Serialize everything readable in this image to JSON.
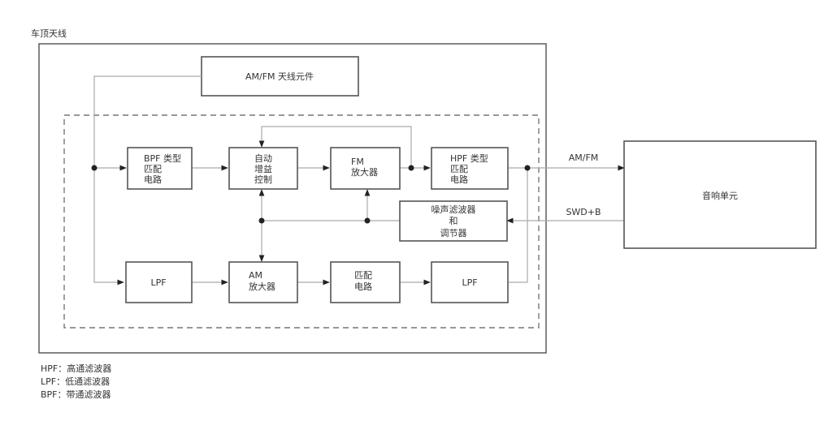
{
  "title": "车顶天线",
  "antenna_element": "AM/FM 天线元件",
  "blocks": {
    "bpf_match": [
      "BPF 类型",
      "匹配",
      "电路"
    ],
    "agc": [
      "自动",
      "增益",
      "控制"
    ],
    "fm_amp": [
      "FM",
      "放大器"
    ],
    "hpf_match": [
      "HPF 类型",
      "匹配",
      "电路"
    ],
    "noise_filter": [
      "噪声滤波器",
      "和",
      "调节器"
    ],
    "lpf_in": [
      "LPF"
    ],
    "am_amp": [
      "AM",
      "放大器"
    ],
    "match": [
      "匹配",
      "电路"
    ],
    "lpf_out": [
      "LPF"
    ],
    "audio_unit": [
      "音响单元"
    ]
  },
  "signals": {
    "am_fm": "AM/FM",
    "swd_b": "SWD+B"
  },
  "legend": [
    "HPF：高通滤波器",
    "LPF：低通滤波器",
    "BPF：带通滤波器"
  ]
}
